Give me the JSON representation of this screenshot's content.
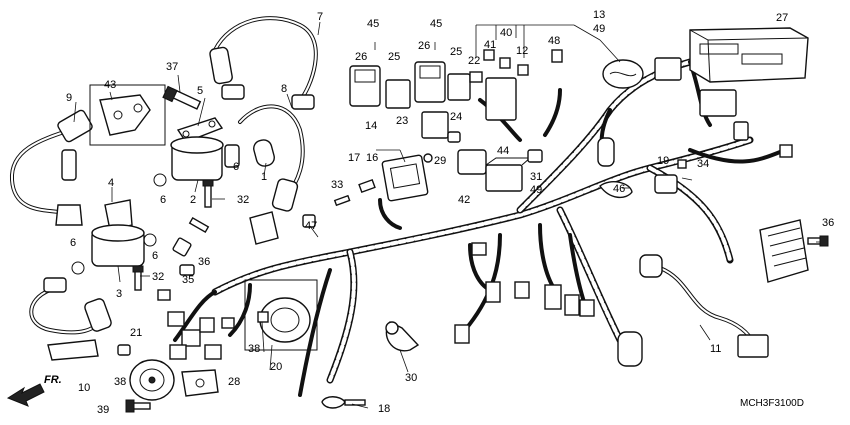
{
  "diagram": {
    "code": "MCH3F3100D",
    "direction_label": "FR.",
    "callouts": [
      {
        "id": "c1",
        "text": "1"
      },
      {
        "id": "c2",
        "text": "2"
      },
      {
        "id": "c3",
        "text": "3"
      },
      {
        "id": "c4",
        "text": "4"
      },
      {
        "id": "c5",
        "text": "5"
      },
      {
        "id": "c6a",
        "text": "6"
      },
      {
        "id": "c6b",
        "text": "6"
      },
      {
        "id": "c6c",
        "text": "6"
      },
      {
        "id": "c6d",
        "text": "6"
      },
      {
        "id": "c6e",
        "text": "6"
      },
      {
        "id": "c7",
        "text": "7"
      },
      {
        "id": "c8",
        "text": "8"
      },
      {
        "id": "c9",
        "text": "9"
      },
      {
        "id": "c10",
        "text": "10"
      },
      {
        "id": "c11",
        "text": "11"
      },
      {
        "id": "c12",
        "text": "12"
      },
      {
        "id": "c13",
        "text": "13"
      },
      {
        "id": "c14",
        "text": "14"
      },
      {
        "id": "c16",
        "text": "16"
      },
      {
        "id": "c17",
        "text": "17"
      },
      {
        "id": "c18",
        "text": "18"
      },
      {
        "id": "c19",
        "text": "19"
      },
      {
        "id": "c20",
        "text": "20"
      },
      {
        "id": "c21",
        "text": "21"
      },
      {
        "id": "c22",
        "text": "22"
      },
      {
        "id": "c23",
        "text": "23"
      },
      {
        "id": "c24",
        "text": "24"
      },
      {
        "id": "c25a",
        "text": "25"
      },
      {
        "id": "c25b",
        "text": "25"
      },
      {
        "id": "c26a",
        "text": "26"
      },
      {
        "id": "c26b",
        "text": "26"
      },
      {
        "id": "c27",
        "text": "27"
      },
      {
        "id": "c28",
        "text": "28"
      },
      {
        "id": "c29",
        "text": "29"
      },
      {
        "id": "c30",
        "text": "30"
      },
      {
        "id": "c31",
        "text": "31"
      },
      {
        "id": "c32a",
        "text": "32"
      },
      {
        "id": "c32b",
        "text": "32"
      },
      {
        "id": "c33",
        "text": "33"
      },
      {
        "id": "c34",
        "text": "34"
      },
      {
        "id": "c35",
        "text": "35"
      },
      {
        "id": "c36a",
        "text": "36"
      },
      {
        "id": "c36b",
        "text": "36"
      },
      {
        "id": "c37",
        "text": "37"
      },
      {
        "id": "c38a",
        "text": "38"
      },
      {
        "id": "c38b",
        "text": "38"
      },
      {
        "id": "c39",
        "text": "39"
      },
      {
        "id": "c40",
        "text": "40"
      },
      {
        "id": "c41",
        "text": "41"
      },
      {
        "id": "c42",
        "text": "42"
      },
      {
        "id": "c43",
        "text": "43"
      },
      {
        "id": "c44",
        "text": "44"
      },
      {
        "id": "c45a",
        "text": "45"
      },
      {
        "id": "c45b",
        "text": "45"
      },
      {
        "id": "c46",
        "text": "46"
      },
      {
        "id": "c47",
        "text": "47"
      },
      {
        "id": "c48",
        "text": "48"
      },
      {
        "id": "c49a",
        "text": "49"
      },
      {
        "id": "c49b",
        "text": "49"
      }
    ]
  }
}
